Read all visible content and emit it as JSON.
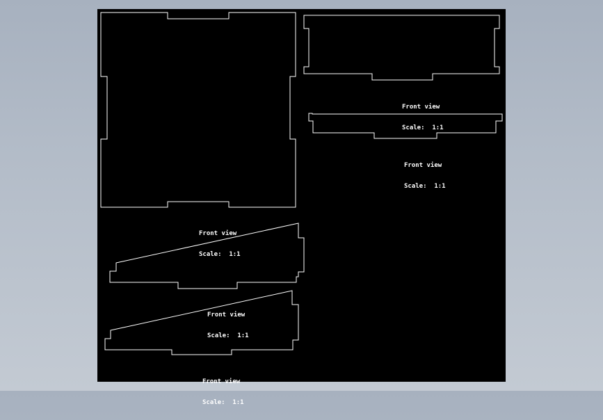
{
  "sheet": {
    "background": "#000000",
    "line_color": "#ffffff"
  },
  "views": [
    {
      "id": "v1",
      "title": "Front view",
      "scale": "Scale:  1:1"
    },
    {
      "id": "v2",
      "title": "Front view",
      "scale": "Scale:  1:1"
    },
    {
      "id": "v3",
      "title": "Front view",
      "scale": "Scale:  1:1"
    },
    {
      "id": "v4",
      "title": "Front view",
      "scale": "Scale:  1:1"
    },
    {
      "id": "v5",
      "title": "Front view",
      "scale": "Scale:  1:1"
    }
  ]
}
